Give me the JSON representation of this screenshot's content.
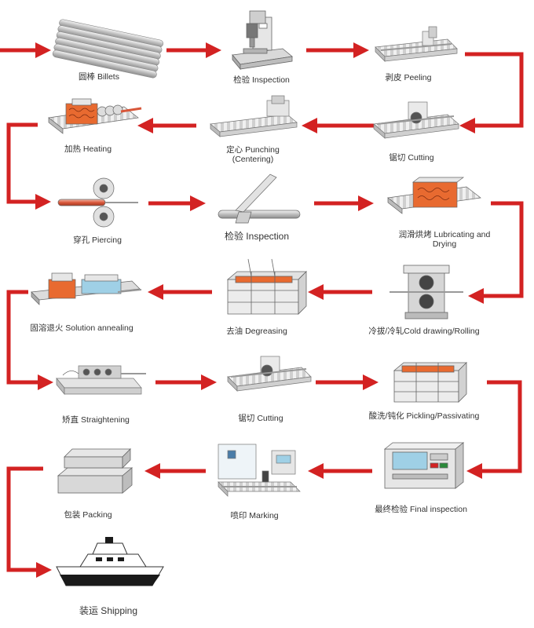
{
  "colors": {
    "arrow": "#d32222",
    "metal": "#cfcfcf",
    "heat": "#e8622c",
    "outline": "#666666"
  },
  "steps": [
    {
      "id": "billets",
      "label": "圆棒  Billets"
    },
    {
      "id": "inspection1",
      "label": "检验    Inspection"
    },
    {
      "id": "peeling",
      "label": "剥皮 Peeling"
    },
    {
      "id": "heating",
      "label": "加热  Heating"
    },
    {
      "id": "punching",
      "label": "定心  Punching",
      "label2": "(Centering)"
    },
    {
      "id": "cutting1",
      "label": "锯切 Cutting"
    },
    {
      "id": "piercing",
      "label": "穿孔 Piercing"
    },
    {
      "id": "inspection2",
      "label": "检验 Inspection"
    },
    {
      "id": "lubricating",
      "label": "润滑烘烤  Lubricating and",
      "label2": "Drying"
    },
    {
      "id": "annealing",
      "label": "固溶退火 Solution annealing"
    },
    {
      "id": "degreasing",
      "label": "去油   Degreasing"
    },
    {
      "id": "drawing",
      "label": "冷拔/冷轧Cold drawing/Rolling"
    },
    {
      "id": "straightening",
      "label": "矫直  Straightening"
    },
    {
      "id": "cutting2",
      "label": "锯切  Cutting"
    },
    {
      "id": "pickling",
      "label": "酸洗/钝化 Pickling/Passivating"
    },
    {
      "id": "packing",
      "label": "包装  Packing"
    },
    {
      "id": "marking",
      "label": "喷印  Marking"
    },
    {
      "id": "final",
      "label": "最终检验 Final inspection"
    },
    {
      "id": "shipping",
      "label": "装运   Shipping"
    }
  ]
}
